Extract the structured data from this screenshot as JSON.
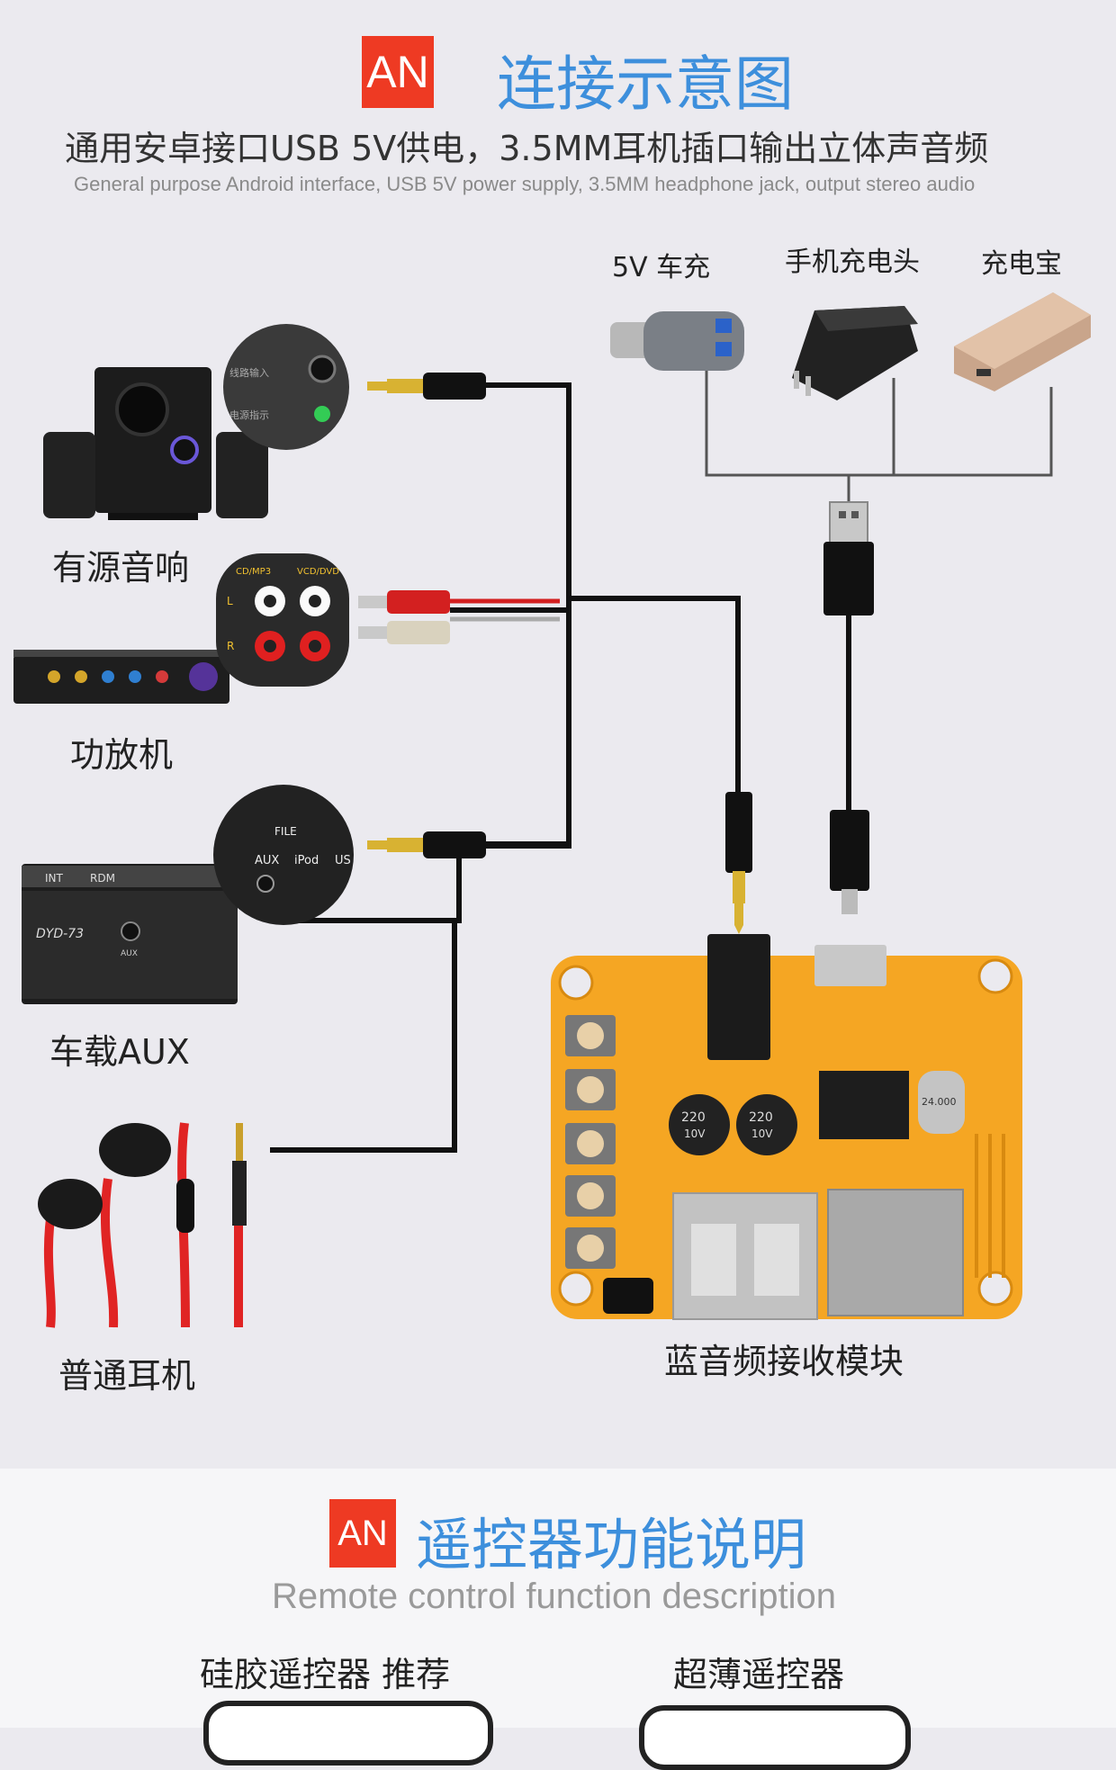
{
  "section1": {
    "badge": "AN",
    "title": "连接示意图",
    "subtitle_cn": "通用安卓接口USB 5V供电，3.5MM耳机插口输出立体声音频",
    "subtitle_en": "General purpose Android interface, USB 5V power supply, 3.5MM headphone jack, output stereo audio"
  },
  "power_sources": [
    {
      "label": "5V 车充",
      "icon": "car-charger-icon"
    },
    {
      "label": "手机充电头",
      "icon": "wall-charger-icon"
    },
    {
      "label": "充电宝",
      "icon": "power-bank-icon"
    }
  ],
  "outputs": [
    {
      "label": "有源音响",
      "icon": "speaker-system-icon"
    },
    {
      "label": "功放机",
      "icon": "amplifier-icon"
    },
    {
      "label": "车载AUX",
      "icon": "car-stereo-icon"
    },
    {
      "label": "普通耳机",
      "icon": "earphones-icon"
    }
  ],
  "callouts": {
    "speaker_jack_1": "线路输入",
    "speaker_jack_2": "电源指示",
    "amp_top_left": "CD/MP3",
    "amp_top_right": "VCD/DVD",
    "amp_l": "L",
    "amp_r": "R",
    "car_file": "FILE",
    "car_aux": "AUX",
    "car_ipod": "iPod",
    "car_us": "US",
    "car_int": "INT",
    "car_rdm": "RDM",
    "car_brand": "DYD-73",
    "car_aux_small": "AUX"
  },
  "module": {
    "label": "蓝音频接收模块",
    "cap_text_1": "220",
    "cap_text_2": "10V",
    "crystal": "24.000",
    "icon": "bluetooth-module-icon"
  },
  "section2": {
    "badge": "AN",
    "title": "遥控器功能说明",
    "subtitle_en": "Remote control function description",
    "left_label": "硅胶遥控器 推荐",
    "right_label": "超薄遥控器"
  },
  "colors": {
    "badge_red": "#ee3a23",
    "title_blue": "#3d8fdc",
    "pcb_orange": "#f5a623",
    "cable_black": "#111111"
  }
}
